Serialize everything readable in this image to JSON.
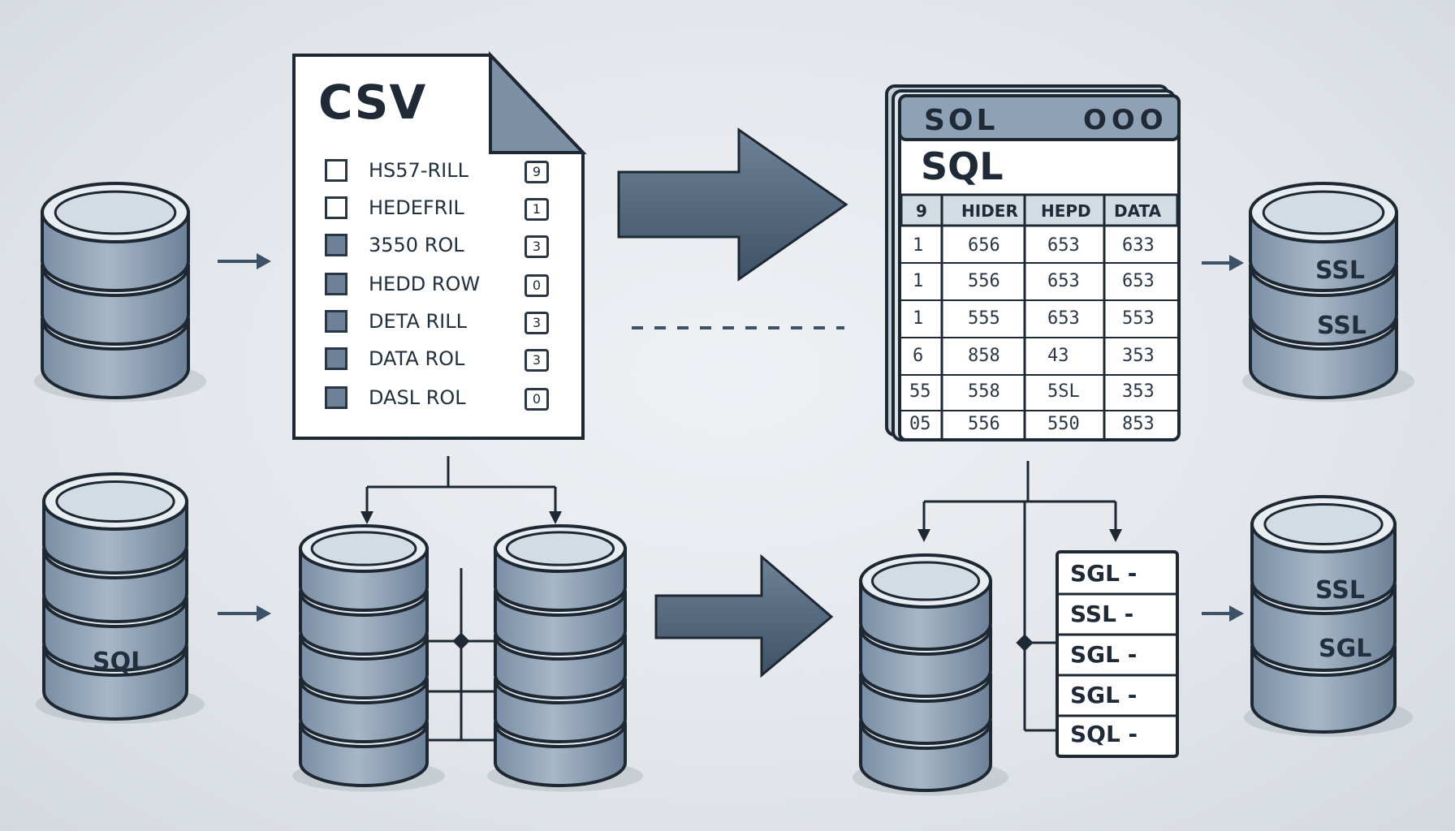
{
  "csv_document": {
    "title": "CSV",
    "rows": [
      "HS57-RILL",
      "HEDEFRIL",
      "3550 ROL",
      "HEDD ROW",
      "DETA RILL",
      "DATA ROL",
      "DASL ROL"
    ],
    "row_numbers": [
      "9",
      "1",
      "3",
      "0",
      "3",
      "3",
      "0"
    ]
  },
  "sql_window": {
    "titlebar_text": "SOL",
    "titlebar_dots": "OOO",
    "heading": "SQL",
    "columns": [
      "9",
      "HIDER",
      "HEPD",
      "DATA"
    ],
    "rows": [
      [
        "1",
        "656",
        "653",
        "633"
      ],
      [
        "1",
        "556",
        "653",
        "653"
      ],
      [
        "1",
        "555",
        "653",
        "553"
      ],
      [
        "6",
        "858",
        "43",
        "353"
      ],
      [
        "55",
        "558",
        "5SL",
        "353"
      ],
      [
        "05",
        "556",
        "550",
        "853"
      ]
    ]
  },
  "database_labels": {
    "left_bottom": "SQL",
    "right_top": [
      "SSL",
      "SSL"
    ],
    "right_bottom": [
      "SSL",
      "SGL"
    ]
  },
  "sql_list": {
    "items": [
      "SGL -",
      "SSL -",
      "SGL -",
      "SGL -",
      "SQL -"
    ]
  },
  "colors": {
    "drum_fill": "#8fa2b6",
    "drum_top": "#d3dbe3",
    "outline": "#1e2833",
    "arrow": "#4b6076"
  }
}
